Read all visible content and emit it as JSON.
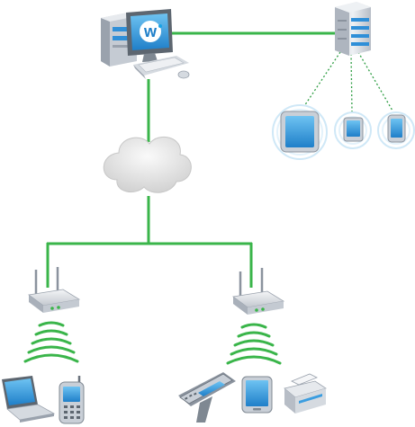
{
  "diagram": {
    "logo_letter": "w",
    "colors": {
      "link": "#3ab54a",
      "wireless_link": "#2f9e44",
      "cloud": "#e6e6e6",
      "device_body": "#d9dde3",
      "screen": "#3a9de0",
      "accent": "#1aa3e6"
    },
    "nodes": [
      {
        "id": "workstation",
        "icon": "desktop-computer-icon"
      },
      {
        "id": "server",
        "icon": "server-icon"
      },
      {
        "id": "cloud",
        "icon": "cloud-icon"
      },
      {
        "id": "access-point-left",
        "icon": "wireless-router-icon"
      },
      {
        "id": "access-point-right",
        "icon": "wireless-router-icon"
      },
      {
        "id": "laptop",
        "icon": "laptop-icon"
      },
      {
        "id": "handheld-phone",
        "icon": "rugged-handheld-icon"
      },
      {
        "id": "barcode-scanner",
        "icon": "barcode-scanner-icon"
      },
      {
        "id": "tablet-small",
        "icon": "tablet-icon"
      },
      {
        "id": "printer",
        "icon": "printer-icon"
      },
      {
        "id": "tablet-large",
        "icon": "tablet-icon"
      },
      {
        "id": "phone-middle",
        "icon": "smartphone-icon"
      },
      {
        "id": "phone-right",
        "icon": "smartphone-icon"
      }
    ]
  }
}
